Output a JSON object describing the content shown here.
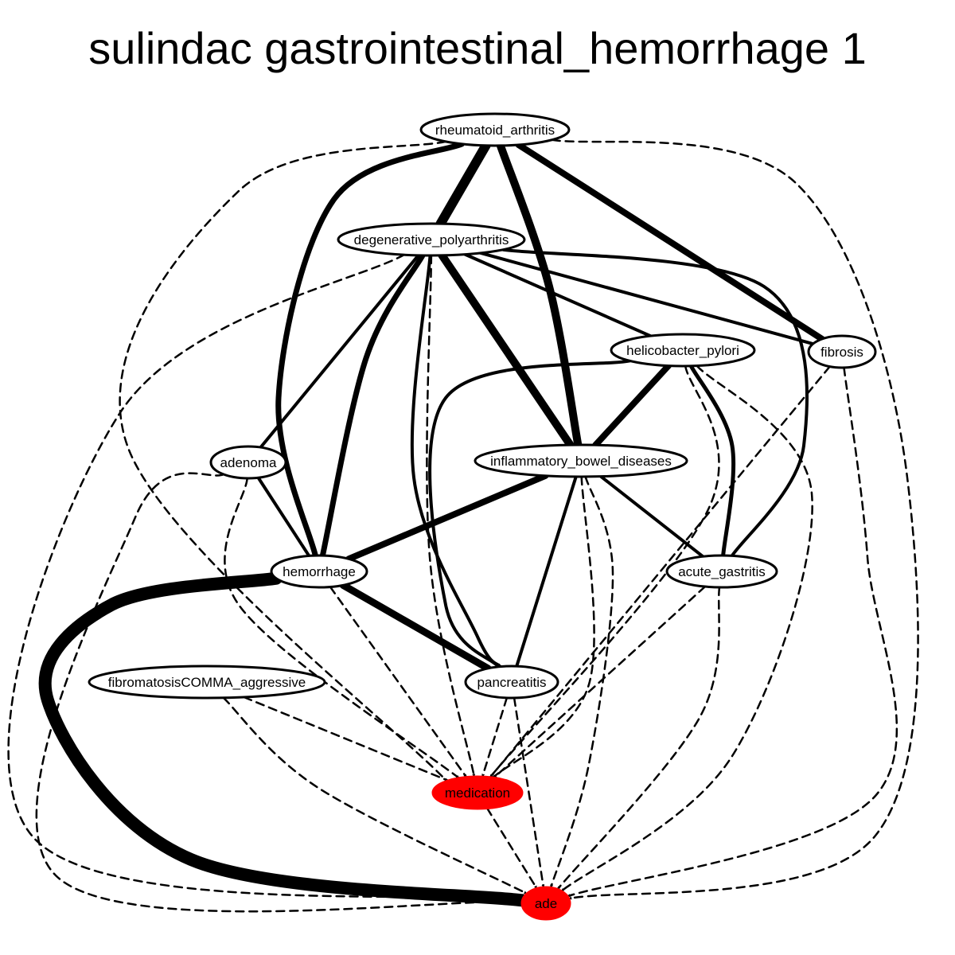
{
  "title": "sulindac gastrointestinal_hemorrhage 1",
  "colors": {
    "highlight": "#ff0000",
    "node_fill": "#ffffff",
    "stroke": "#000000"
  },
  "nodes": [
    {
      "id": "rheumatoid_arthritis",
      "label": "rheumatoid_arthritis",
      "highlight": false
    },
    {
      "id": "degenerative_polyarthritis",
      "label": "degenerative_polyarthritis",
      "highlight": false
    },
    {
      "id": "helicobacter_pylori",
      "label": "helicobacter_pylori",
      "highlight": false
    },
    {
      "id": "fibrosis",
      "label": "fibrosis",
      "highlight": false
    },
    {
      "id": "adenoma",
      "label": "adenoma",
      "highlight": false
    },
    {
      "id": "inflammatory_bowel_diseases",
      "label": "inflammatory_bowel_diseases",
      "highlight": false
    },
    {
      "id": "hemorrhage",
      "label": "hemorrhage",
      "highlight": false
    },
    {
      "id": "acute_gastritis",
      "label": "acute_gastritis",
      "highlight": false
    },
    {
      "id": "fibromatosisCOMMA_aggressive",
      "label": "fibromatosisCOMMA_aggressive",
      "highlight": false
    },
    {
      "id": "pancreatitis",
      "label": "pancreatitis",
      "highlight": false
    },
    {
      "id": "medication",
      "label": "medication",
      "highlight": true
    },
    {
      "id": "ade",
      "label": "ade",
      "highlight": true
    }
  ],
  "edges": [
    {
      "from": "rheumatoid_arthritis",
      "to": "degenerative_polyarthritis",
      "style": "solid",
      "weight": 12
    },
    {
      "from": "rheumatoid_arthritis",
      "to": "inflammatory_bowel_diseases",
      "style": "solid",
      "weight": 10
    },
    {
      "from": "rheumatoid_arthritis",
      "to": "fibrosis",
      "style": "solid",
      "weight": 8
    },
    {
      "from": "rheumatoid_arthritis",
      "to": "hemorrhage",
      "style": "solid",
      "weight": 7
    },
    {
      "from": "rheumatoid_arthritis",
      "to": "medication",
      "style": "dashed",
      "weight": 2.5
    },
    {
      "from": "rheumatoid_arthritis",
      "to": "ade",
      "style": "dashed",
      "weight": 2.5
    },
    {
      "from": "degenerative_polyarthritis",
      "to": "inflammatory_bowel_diseases",
      "style": "solid",
      "weight": 10
    },
    {
      "from": "degenerative_polyarthritis",
      "to": "hemorrhage",
      "style": "solid",
      "weight": 7
    },
    {
      "from": "degenerative_polyarthritis",
      "to": "adenoma",
      "style": "solid",
      "weight": 4
    },
    {
      "from": "degenerative_polyarthritis",
      "to": "helicobacter_pylori",
      "style": "solid",
      "weight": 4
    },
    {
      "from": "degenerative_polyarthritis",
      "to": "fibrosis",
      "style": "solid",
      "weight": 4
    },
    {
      "from": "degenerative_polyarthritis",
      "to": "acute_gastritis",
      "style": "solid",
      "weight": 4
    },
    {
      "from": "degenerative_polyarthritis",
      "to": "pancreatitis",
      "style": "solid",
      "weight": 4
    },
    {
      "from": "degenerative_polyarthritis",
      "to": "medication",
      "style": "dashed",
      "weight": 2.5
    },
    {
      "from": "degenerative_polyarthritis",
      "to": "ade",
      "style": "dashed",
      "weight": 2.5
    },
    {
      "from": "helicobacter_pylori",
      "to": "inflammatory_bowel_diseases",
      "style": "solid",
      "weight": 8
    },
    {
      "from": "helicobacter_pylori",
      "to": "acute_gastritis",
      "style": "solid",
      "weight": 5
    },
    {
      "from": "helicobacter_pylori",
      "to": "pancreatitis",
      "style": "solid",
      "weight": 4
    },
    {
      "from": "helicobacter_pylori",
      "to": "medication",
      "style": "dashed",
      "weight": 2.5
    },
    {
      "from": "helicobacter_pylori",
      "to": "ade",
      "style": "dashed",
      "weight": 2.5
    },
    {
      "from": "fibrosis",
      "to": "medication",
      "style": "dashed",
      "weight": 2.5
    },
    {
      "from": "fibrosis",
      "to": "ade",
      "style": "dashed",
      "weight": 2.5
    },
    {
      "from": "adenoma",
      "to": "hemorrhage",
      "style": "solid",
      "weight": 4
    },
    {
      "from": "adenoma",
      "to": "medication",
      "style": "dashed",
      "weight": 2.5
    },
    {
      "from": "adenoma",
      "to": "ade",
      "style": "dashed",
      "weight": 2.5
    },
    {
      "from": "inflammatory_bowel_diseases",
      "to": "hemorrhage",
      "style": "solid",
      "weight": 8
    },
    {
      "from": "inflammatory_bowel_diseases",
      "to": "pancreatitis",
      "style": "solid",
      "weight": 4
    },
    {
      "from": "inflammatory_bowel_diseases",
      "to": "acute_gastritis",
      "style": "solid",
      "weight": 4
    },
    {
      "from": "inflammatory_bowel_diseases",
      "to": "medication",
      "style": "dashed",
      "weight": 2.5
    },
    {
      "from": "inflammatory_bowel_diseases",
      "to": "ade",
      "style": "dashed",
      "weight": 2.5
    },
    {
      "from": "hemorrhage",
      "to": "ade",
      "style": "solid",
      "weight": 16
    },
    {
      "from": "hemorrhage",
      "to": "pancreatitis",
      "style": "solid",
      "weight": 9
    },
    {
      "from": "hemorrhage",
      "to": "medication",
      "style": "dashed",
      "weight": 2.5
    },
    {
      "from": "acute_gastritis",
      "to": "medication",
      "style": "dashed",
      "weight": 2.5
    },
    {
      "from": "acute_gastritis",
      "to": "ade",
      "style": "dashed",
      "weight": 2.5
    },
    {
      "from": "fibromatosisCOMMA_aggressive",
      "to": "medication",
      "style": "dashed",
      "weight": 2.5
    },
    {
      "from": "fibromatosisCOMMA_aggressive",
      "to": "ade",
      "style": "dashed",
      "weight": 2.5
    },
    {
      "from": "pancreatitis",
      "to": "medication",
      "style": "dashed",
      "weight": 2.5
    },
    {
      "from": "pancreatitis",
      "to": "ade",
      "style": "dashed",
      "weight": 2.5
    },
    {
      "from": "medication",
      "to": "ade",
      "style": "dashed",
      "weight": 2.5
    }
  ]
}
